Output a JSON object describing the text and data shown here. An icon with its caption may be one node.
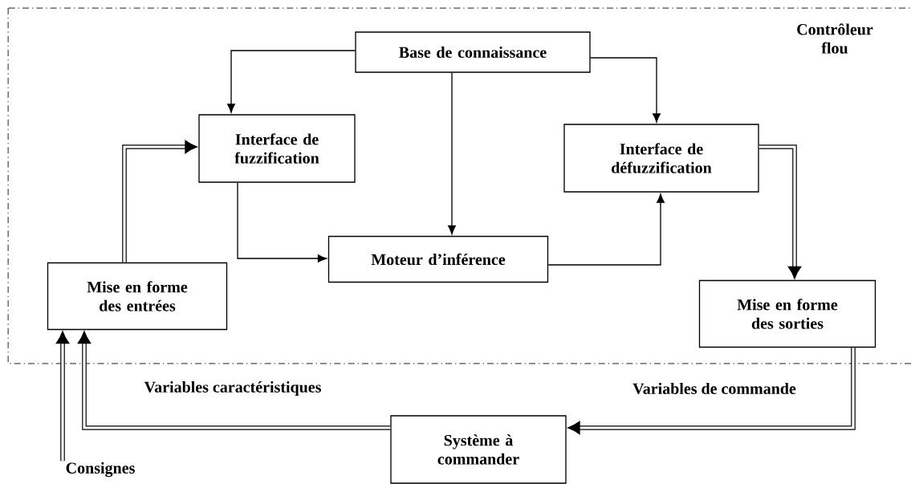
{
  "diagram": {
    "nodes": [
      {
        "text": [
          "Contrôleur flou"
        ]
      },
      {
        "text": [
          "Base de connaissance"
        ],
        "in": 0
      },
      {
        "text": [
          "Interface de fuzzification"
        ],
        "in": 0
      },
      {
        "text": [
          "Interface de défuzzification"
        ],
        "in": 0
      },
      {
        "text": [
          "Moteur d’inférence"
        ],
        "in": 0
      },
      {
        "text": [
          "Mise en forme des entrées"
        ],
        "in": 0
      },
      {
        "text": [
          "Mise en forme des sorties"
        ],
        "in": 0
      },
      {
        "text": [
          "Système à commander"
        ]
      },
      {
        "text": [
          "Consignes"
        ]
      }
    ],
    "edges": [
      {
        "from": 1,
        "to": 2,
        "arrow": "to"
      },
      {
        "from": 1,
        "to": 4,
        "arrow": "to"
      },
      {
        "from": 1,
        "to": 3,
        "arrow": "to"
      },
      {
        "from": 2,
        "to": 4,
        "arrow": "to"
      },
      {
        "from": 4,
        "to": 3,
        "arrow": "to"
      },
      {
        "from": 5,
        "to": 2,
        "arrow": "to",
        "style": "thick"
      },
      {
        "from": 3,
        "to": 6,
        "arrow": "to",
        "style": "thick"
      },
      {
        "from": 6,
        "to": 7,
        "arrow": "to",
        "style": "thick",
        "label": "Variables de commande"
      },
      {
        "from": 7,
        "to": 5,
        "arrow": "to",
        "style": "thick",
        "label": "Variables caractéristiques"
      },
      {
        "from": 8,
        "to": 5,
        "arrow": "to",
        "style": "thick"
      }
    ]
  }
}
